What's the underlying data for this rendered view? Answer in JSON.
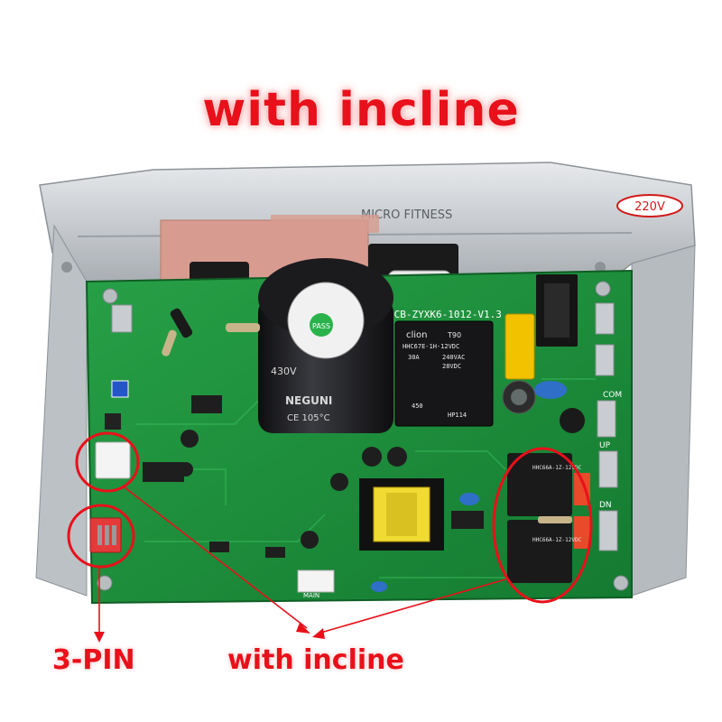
{
  "title": "with incline",
  "annotations": {
    "pin_label": "3-PIN",
    "incline_label": "with incline"
  },
  "board": {
    "bracket_brand": "MICRO FITNESS",
    "voltage_badge": "220V",
    "pcb_model": "PCB-ZYXK6-1012-V1.3",
    "relay_main": {
      "brand": "clion",
      "series": "T90",
      "model": "HHC67E-1H-12VDC",
      "rating_a": "30A",
      "rating_vac": "240VAC",
      "rating_vdc": "28VDC",
      "code": "HP114",
      "lot": "450"
    },
    "capacitor": {
      "brand": "NEGUNI",
      "spec": "430V",
      "temp": "CE 105°C",
      "tag": "PASS"
    },
    "small_relays": [
      "HHC66A-1Z-12VDC",
      "HHC66A-1Z-12VDC"
    ],
    "silk_labels": [
      "COM",
      "UP",
      "DN",
      "MAIN"
    ]
  },
  "colors": {
    "annotation": "#e8101a",
    "pcb": "#1f8f3a",
    "bracket": "#c9cdd1"
  }
}
